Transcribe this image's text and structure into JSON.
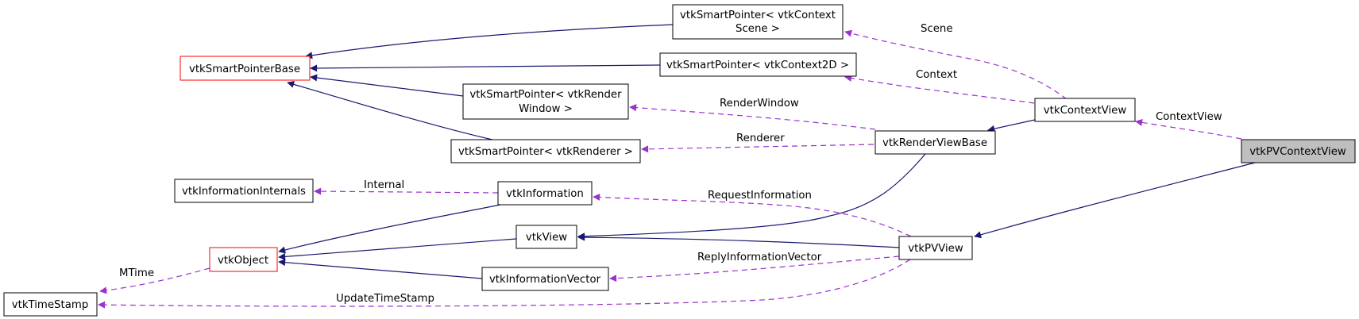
{
  "nodes": {
    "smartptr_scene": {
      "lines": [
        "vtkSmartPointer< vtkContext",
        "Scene >"
      ]
    },
    "smartptr_base": {
      "lines": [
        "vtkSmartPointerBase"
      ]
    },
    "smartptr_ctx2d": {
      "lines": [
        "vtkSmartPointer< vtkContext2D >"
      ]
    },
    "smartptr_renwin": {
      "lines": [
        "vtkSmartPointer< vtkRender",
        "Window >"
      ]
    },
    "context_view": {
      "lines": [
        "vtkContextView"
      ]
    },
    "pv_context_view": {
      "lines": [
        "vtkPVContextView"
      ]
    },
    "render_view_base": {
      "lines": [
        "vtkRenderViewBase"
      ]
    },
    "smartptr_renderer": {
      "lines": [
        "vtkSmartPointer< vtkRenderer >"
      ]
    },
    "info_internals": {
      "lines": [
        "vtkInformationInternals"
      ]
    },
    "information": {
      "lines": [
        "vtkInformation"
      ]
    },
    "view": {
      "lines": [
        "vtkView"
      ]
    },
    "object": {
      "lines": [
        "vtkObject"
      ]
    },
    "pv_view": {
      "lines": [
        "vtkPVView"
      ]
    },
    "info_vector": {
      "lines": [
        "vtkInformationVector"
      ]
    },
    "timestamp": {
      "lines": [
        "vtkTimeStamp"
      ]
    }
  },
  "edge_labels": {
    "scene": "Scene",
    "context": "Context",
    "context_view": "ContextView",
    "render_window": "RenderWindow",
    "renderer": "Renderer",
    "internal": "Internal",
    "request_information": "RequestInformation",
    "reply_information_vector": "ReplyInformationVector",
    "mtime": "MTime",
    "update_time_stamp": "UpdateTimeStamp"
  },
  "colors": {
    "inheritance_edge": "#191970",
    "usage_edge": "#9a32cd",
    "highlight_node_fill": "#bfbfbf",
    "truncated_node_border": "#ff0000"
  }
}
